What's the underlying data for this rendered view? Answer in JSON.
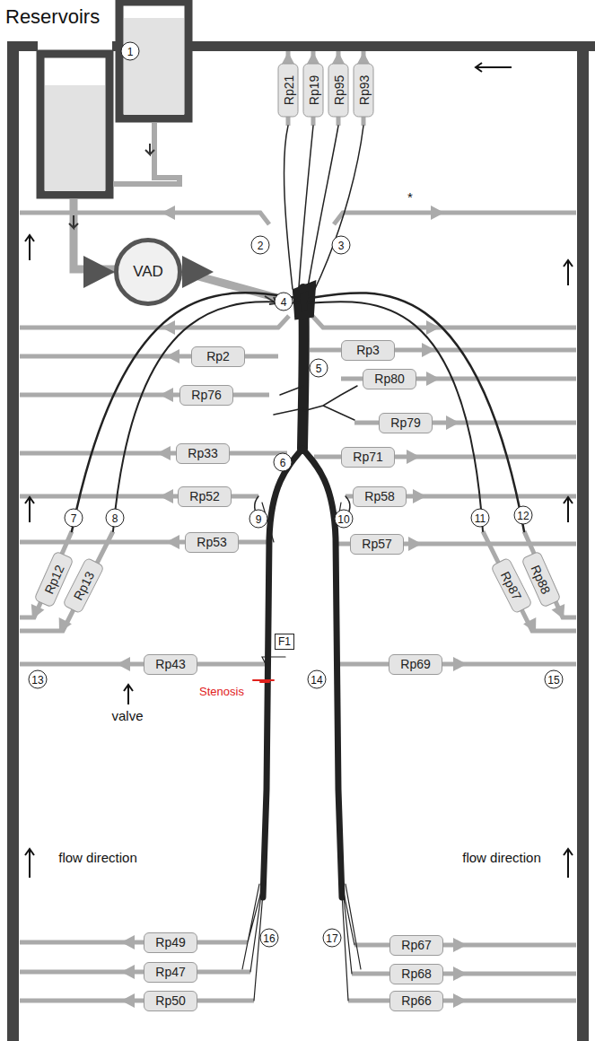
{
  "diagram": {
    "nodes": [
      {
        "text": [
          "Rp21"
        ]
      },
      {
        "text": [
          "Rp19"
        ]
      },
      {
        "text": [
          "Rp95"
        ]
      },
      {
        "text": [
          "Rp93"
        ]
      },
      {
        "text": [
          "VAD"
        ]
      },
      {
        "text": [
          "Rp2"
        ]
      },
      {
        "text": [
          "Rp3"
        ]
      },
      {
        "text": [
          "Rp80"
        ]
      },
      {
        "text": [
          "Rp76"
        ]
      },
      {
        "text": [
          "Rp79"
        ]
      },
      {
        "text": [
          "Rp33"
        ]
      },
      {
        "text": [
          "Rp71"
        ]
      },
      {
        "text": [
          "Rp52"
        ]
      },
      {
        "text": [
          "Rp58"
        ]
      },
      {
        "text": [
          "Rp53"
        ]
      },
      {
        "text": [
          "Rp57"
        ]
      },
      {
        "text": [
          "Rp12"
        ]
      },
      {
        "text": [
          "Rp13"
        ]
      },
      {
        "text": [
          "Rp87"
        ]
      },
      {
        "text": [
          "Rp88"
        ]
      },
      {
        "text": [
          "Rp43"
        ]
      },
      {
        "text": [
          "Rp69"
        ]
      },
      {
        "text": [
          "Rp49"
        ]
      },
      {
        "text": [
          "Rp67"
        ]
      },
      {
        "text": [
          "Rp47"
        ]
      },
      {
        "text": [
          "Rp68"
        ]
      },
      {
        "text": [
          "Rp50"
        ]
      },
      {
        "text": [
          "Rp66"
        ]
      }
    ],
    "labels": [
      "Reservoirs",
      "1",
      "*",
      "2",
      "3",
      "4",
      "5",
      "6",
      "7",
      "8",
      "9",
      "10",
      "11",
      "12",
      "F1",
      "13",
      "14",
      "15",
      "Stenosis",
      "valve",
      "flow direction",
      "flow direction",
      "16",
      "17"
    ]
  }
}
